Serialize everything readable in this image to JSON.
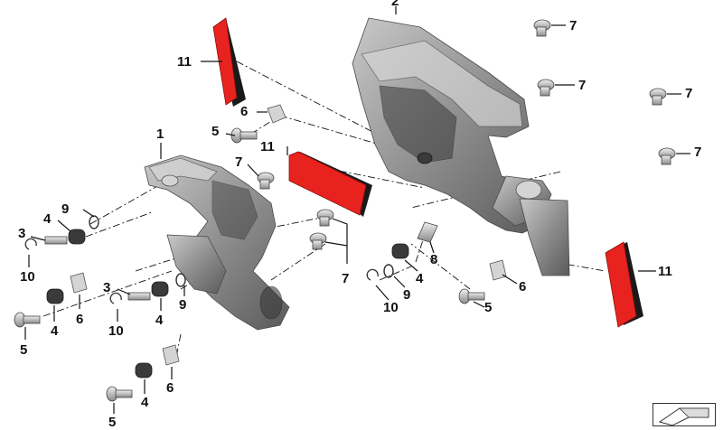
{
  "callouts": {
    "c1": "1",
    "c2": "2",
    "c3a": "3",
    "c3b": "3",
    "c4a": "4",
    "c4b": "4",
    "c4c": "4",
    "c4d": "4",
    "c4e": "4",
    "c5a": "5",
    "c5b": "5",
    "c5c": "5",
    "c5d": "5",
    "c6a": "6",
    "c6b": "6",
    "c6c": "6",
    "c6d": "6",
    "c7a": "7",
    "c7b": "7",
    "c7c": "7",
    "c7d": "7",
    "c7e": "7",
    "c7f": "7",
    "c8": "8",
    "c9a": "9",
    "c9b": "9",
    "c9c": "9",
    "c10a": "10",
    "c10b": "10",
    "c10c": "10",
    "c11a": "11",
    "c11b": "11",
    "c11c": "11"
  },
  "icons": {
    "nav": "navigation-arrow-icon"
  },
  "colors": {
    "reflector": "#e8231f",
    "part": "#9a9a9a",
    "rubber": "#2e2e2e"
  }
}
